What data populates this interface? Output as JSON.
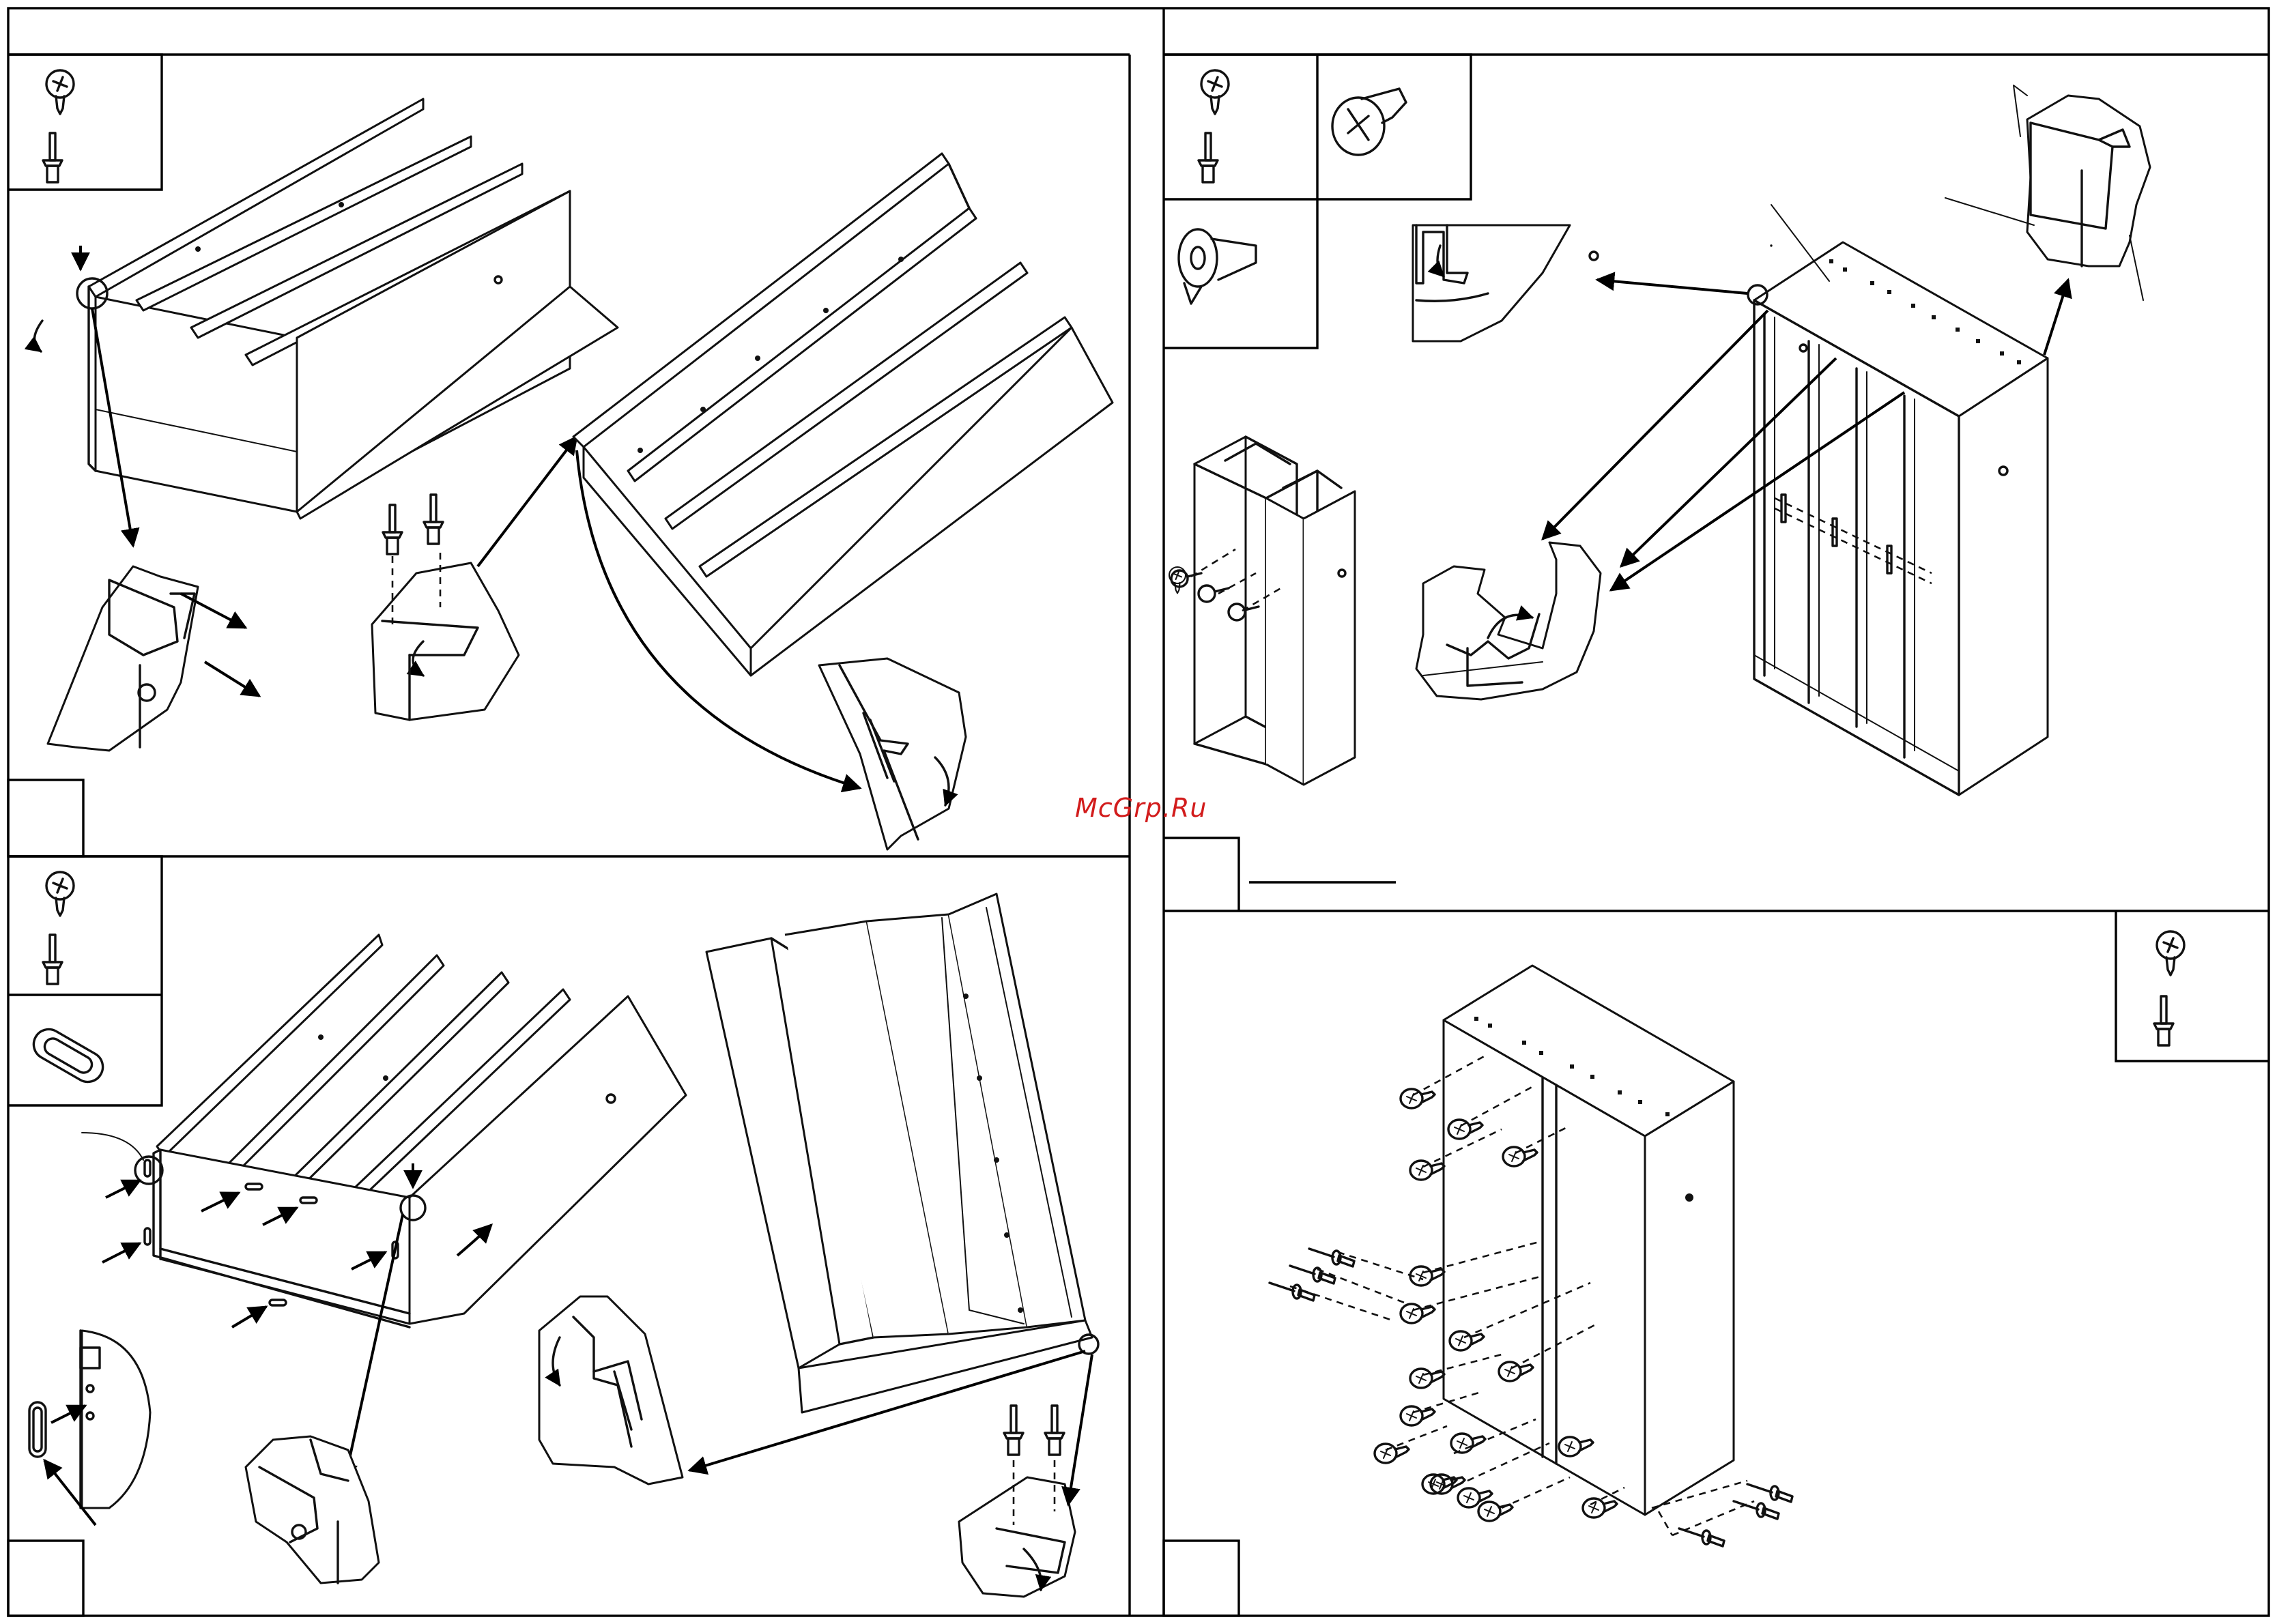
{
  "watermark": "McGrp.Ru",
  "panels": [
    {
      "id": "assembly-step-top-left",
      "icons": [
        "screw-icon",
        "rivet-icon"
      ]
    },
    {
      "id": "assembly-step-top-right",
      "icons": [
        "screw-icon",
        "rivet-icon",
        "bolt-icon",
        "connector-bracket-icon"
      ]
    },
    {
      "id": "assembly-step-bottom-left",
      "icons": [
        "screw-icon",
        "rivet-icon",
        "slot-plug-icon"
      ]
    },
    {
      "id": "assembly-step-bottom-right",
      "icons": [
        "screw-icon",
        "rivet-icon"
      ]
    }
  ],
  "colors": {
    "line": "#111111",
    "watermark": "#d21c1c",
    "background": "#ffffff"
  }
}
